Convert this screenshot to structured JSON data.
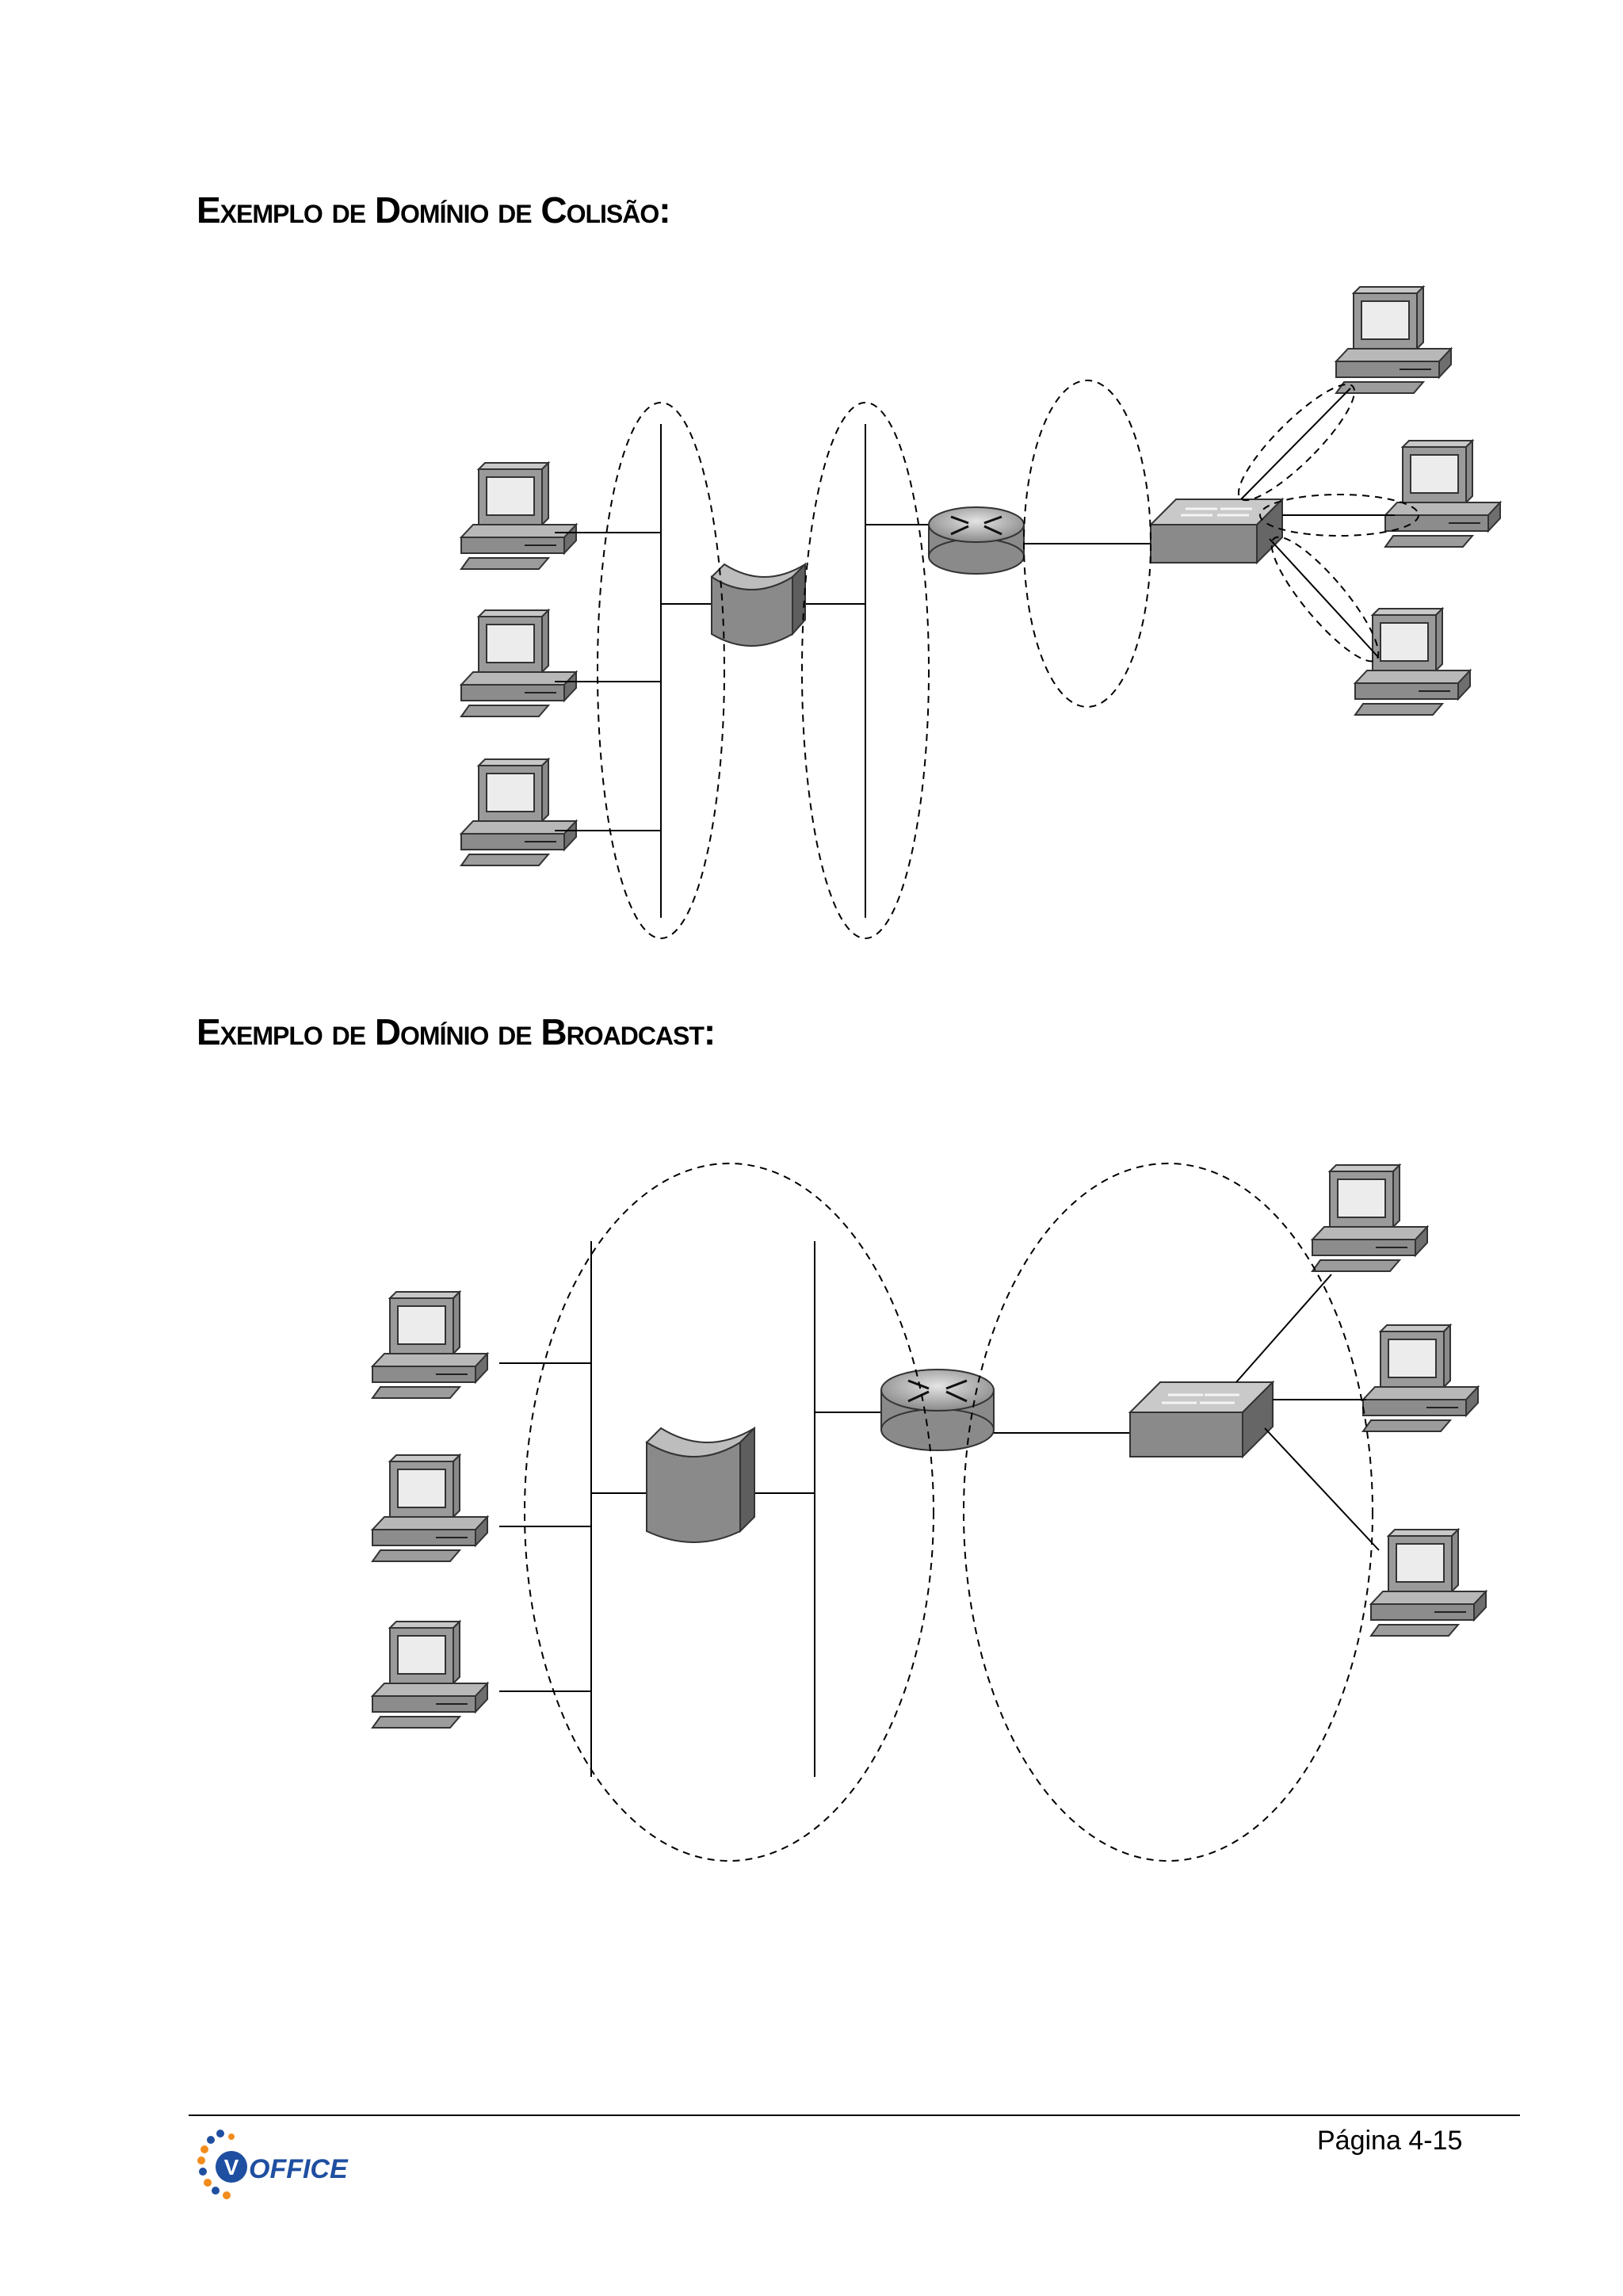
{
  "sections": [
    {
      "title": "Exemplo de Domínio de Colisão:"
    },
    {
      "title": "Exemplo de Domínio de Broadcast:"
    }
  ],
  "footer": {
    "logo_text": "OFFICE",
    "logo_mark": "V",
    "page_label": "Página 4-15",
    "colors": {
      "logo_blue": "#1f4fa0",
      "logo_orange": "#f28c1c"
    }
  }
}
